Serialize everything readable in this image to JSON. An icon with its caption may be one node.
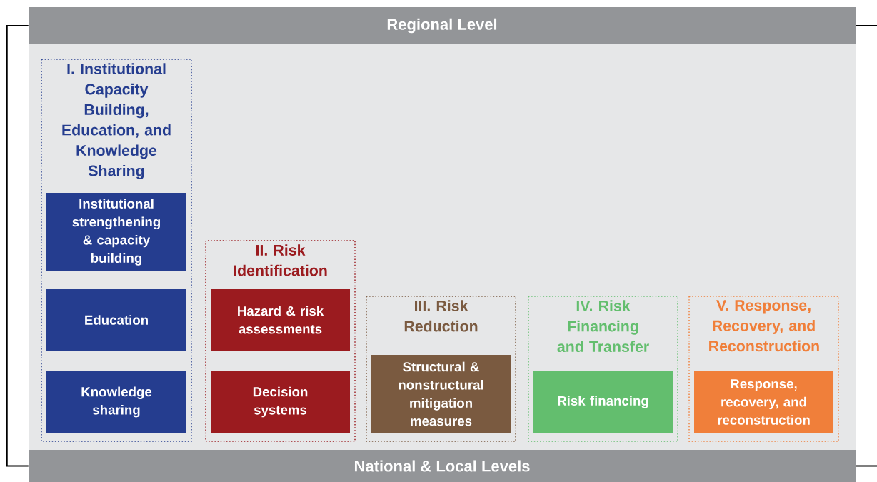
{
  "diagram": {
    "nodes": [
      {
        "text": [
          "Regional Level"
        ]
      },
      {
        "text": [
          "I. Institutional Capacity Building, Education, and Knowledge Sharing"
        ]
      },
      {
        "text": [
          "Institutional strengthening & capacity building"
        ],
        "in": 1
      },
      {
        "text": [
          "Education"
        ],
        "in": 1
      },
      {
        "text": [
          "Knowledge sharing"
        ],
        "in": 1
      },
      {
        "text": [
          "II. Risk Identification"
        ]
      },
      {
        "text": [
          "Hazard & risk assessments"
        ],
        "in": 5
      },
      {
        "text": [
          "Decision systems"
        ],
        "in": 5
      },
      {
        "text": [
          "III. Risk Reduction"
        ]
      },
      {
        "text": [
          "Structural & nonstructural mitigation measures"
        ],
        "in": 8
      },
      {
        "text": [
          "IV. Risk Financing and Transfer"
        ]
      },
      {
        "text": [
          "Risk financing"
        ],
        "in": 10
      },
      {
        "text": [
          "V. Response, Recovery, and Reconstruction"
        ]
      },
      {
        "text": [
          "Response, recovery, and reconstruction"
        ],
        "in": 12
      },
      {
        "text": [
          "National & Local Levels"
        ]
      }
    ],
    "edges": [
      {
        "from": 0,
        "to": 14,
        "arrow": "none"
      },
      {
        "from": 0,
        "to": 14,
        "arrow": "none"
      }
    ]
  }
}
